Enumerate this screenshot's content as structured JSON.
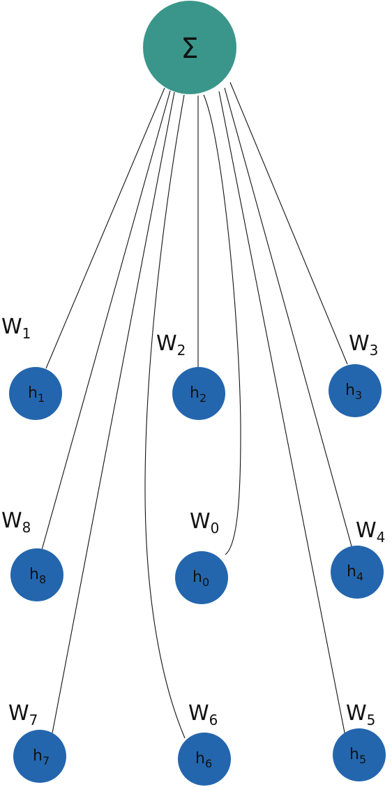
{
  "sum_node": {
    "symbol": "Σ",
    "color": "#3a968a"
  },
  "node_color": "#2466ad",
  "nodes": [
    {
      "id": "h1",
      "base": "h",
      "sub": "1",
      "weight_base": "W",
      "weight_sub": "1"
    },
    {
      "id": "h2",
      "base": "h",
      "sub": "2",
      "weight_base": "W",
      "weight_sub": "2"
    },
    {
      "id": "h3",
      "base": "h",
      "sub": "3",
      "weight_base": "W",
      "weight_sub": "3"
    },
    {
      "id": "h8",
      "base": "h",
      "sub": "8",
      "weight_base": "W",
      "weight_sub": "8"
    },
    {
      "id": "h0",
      "base": "h",
      "sub": "0",
      "weight_base": "W",
      "weight_sub": "0"
    },
    {
      "id": "h4",
      "base": "h",
      "sub": "4",
      "weight_base": "W",
      "weight_sub": "4"
    },
    {
      "id": "h7",
      "base": "h",
      "sub": "7",
      "weight_base": "W",
      "weight_sub": "7"
    },
    {
      "id": "h6",
      "base": "h",
      "sub": "6",
      "weight_base": "W",
      "weight_sub": "6"
    },
    {
      "id": "h5",
      "base": "h",
      "sub": "5",
      "weight_base": "W",
      "weight_sub": "5"
    }
  ]
}
